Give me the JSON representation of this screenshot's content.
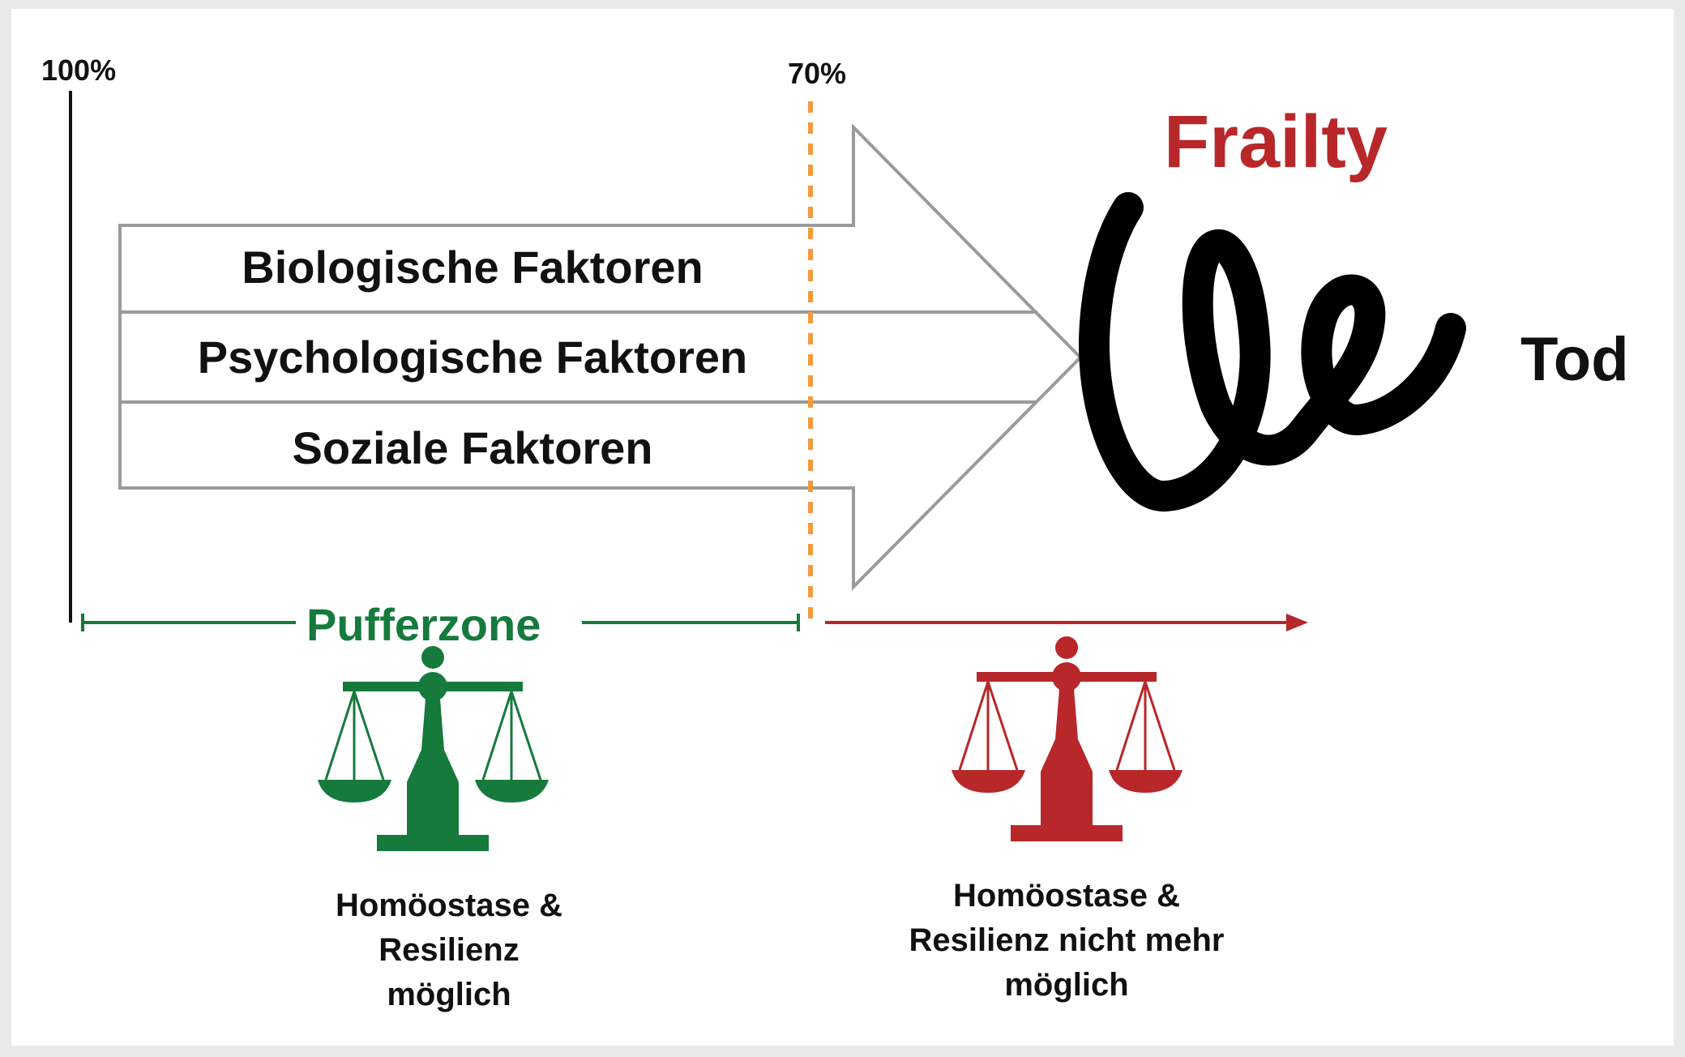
{
  "labels": {
    "start_percent": "100%",
    "threshold_percent": "70%",
    "frailty": "Frailty",
    "death": "Tod",
    "buffer_zone": "Pufferzone"
  },
  "factors": [
    "Biologische Faktoren",
    "Psychologische Faktoren",
    "Soziale Faktoren"
  ],
  "captions": {
    "possible": [
      "Homöostase &",
      "Resilienz",
      "möglich"
    ],
    "not_possible": [
      "Homöostase &",
      "Resilienz nicht mehr",
      "möglich"
    ]
  },
  "colors": {
    "green": "#157a3c",
    "red": "#b8272a",
    "orange": "#f39a3a",
    "arrow_outline": "#9a9a9a",
    "text": "#111111"
  }
}
